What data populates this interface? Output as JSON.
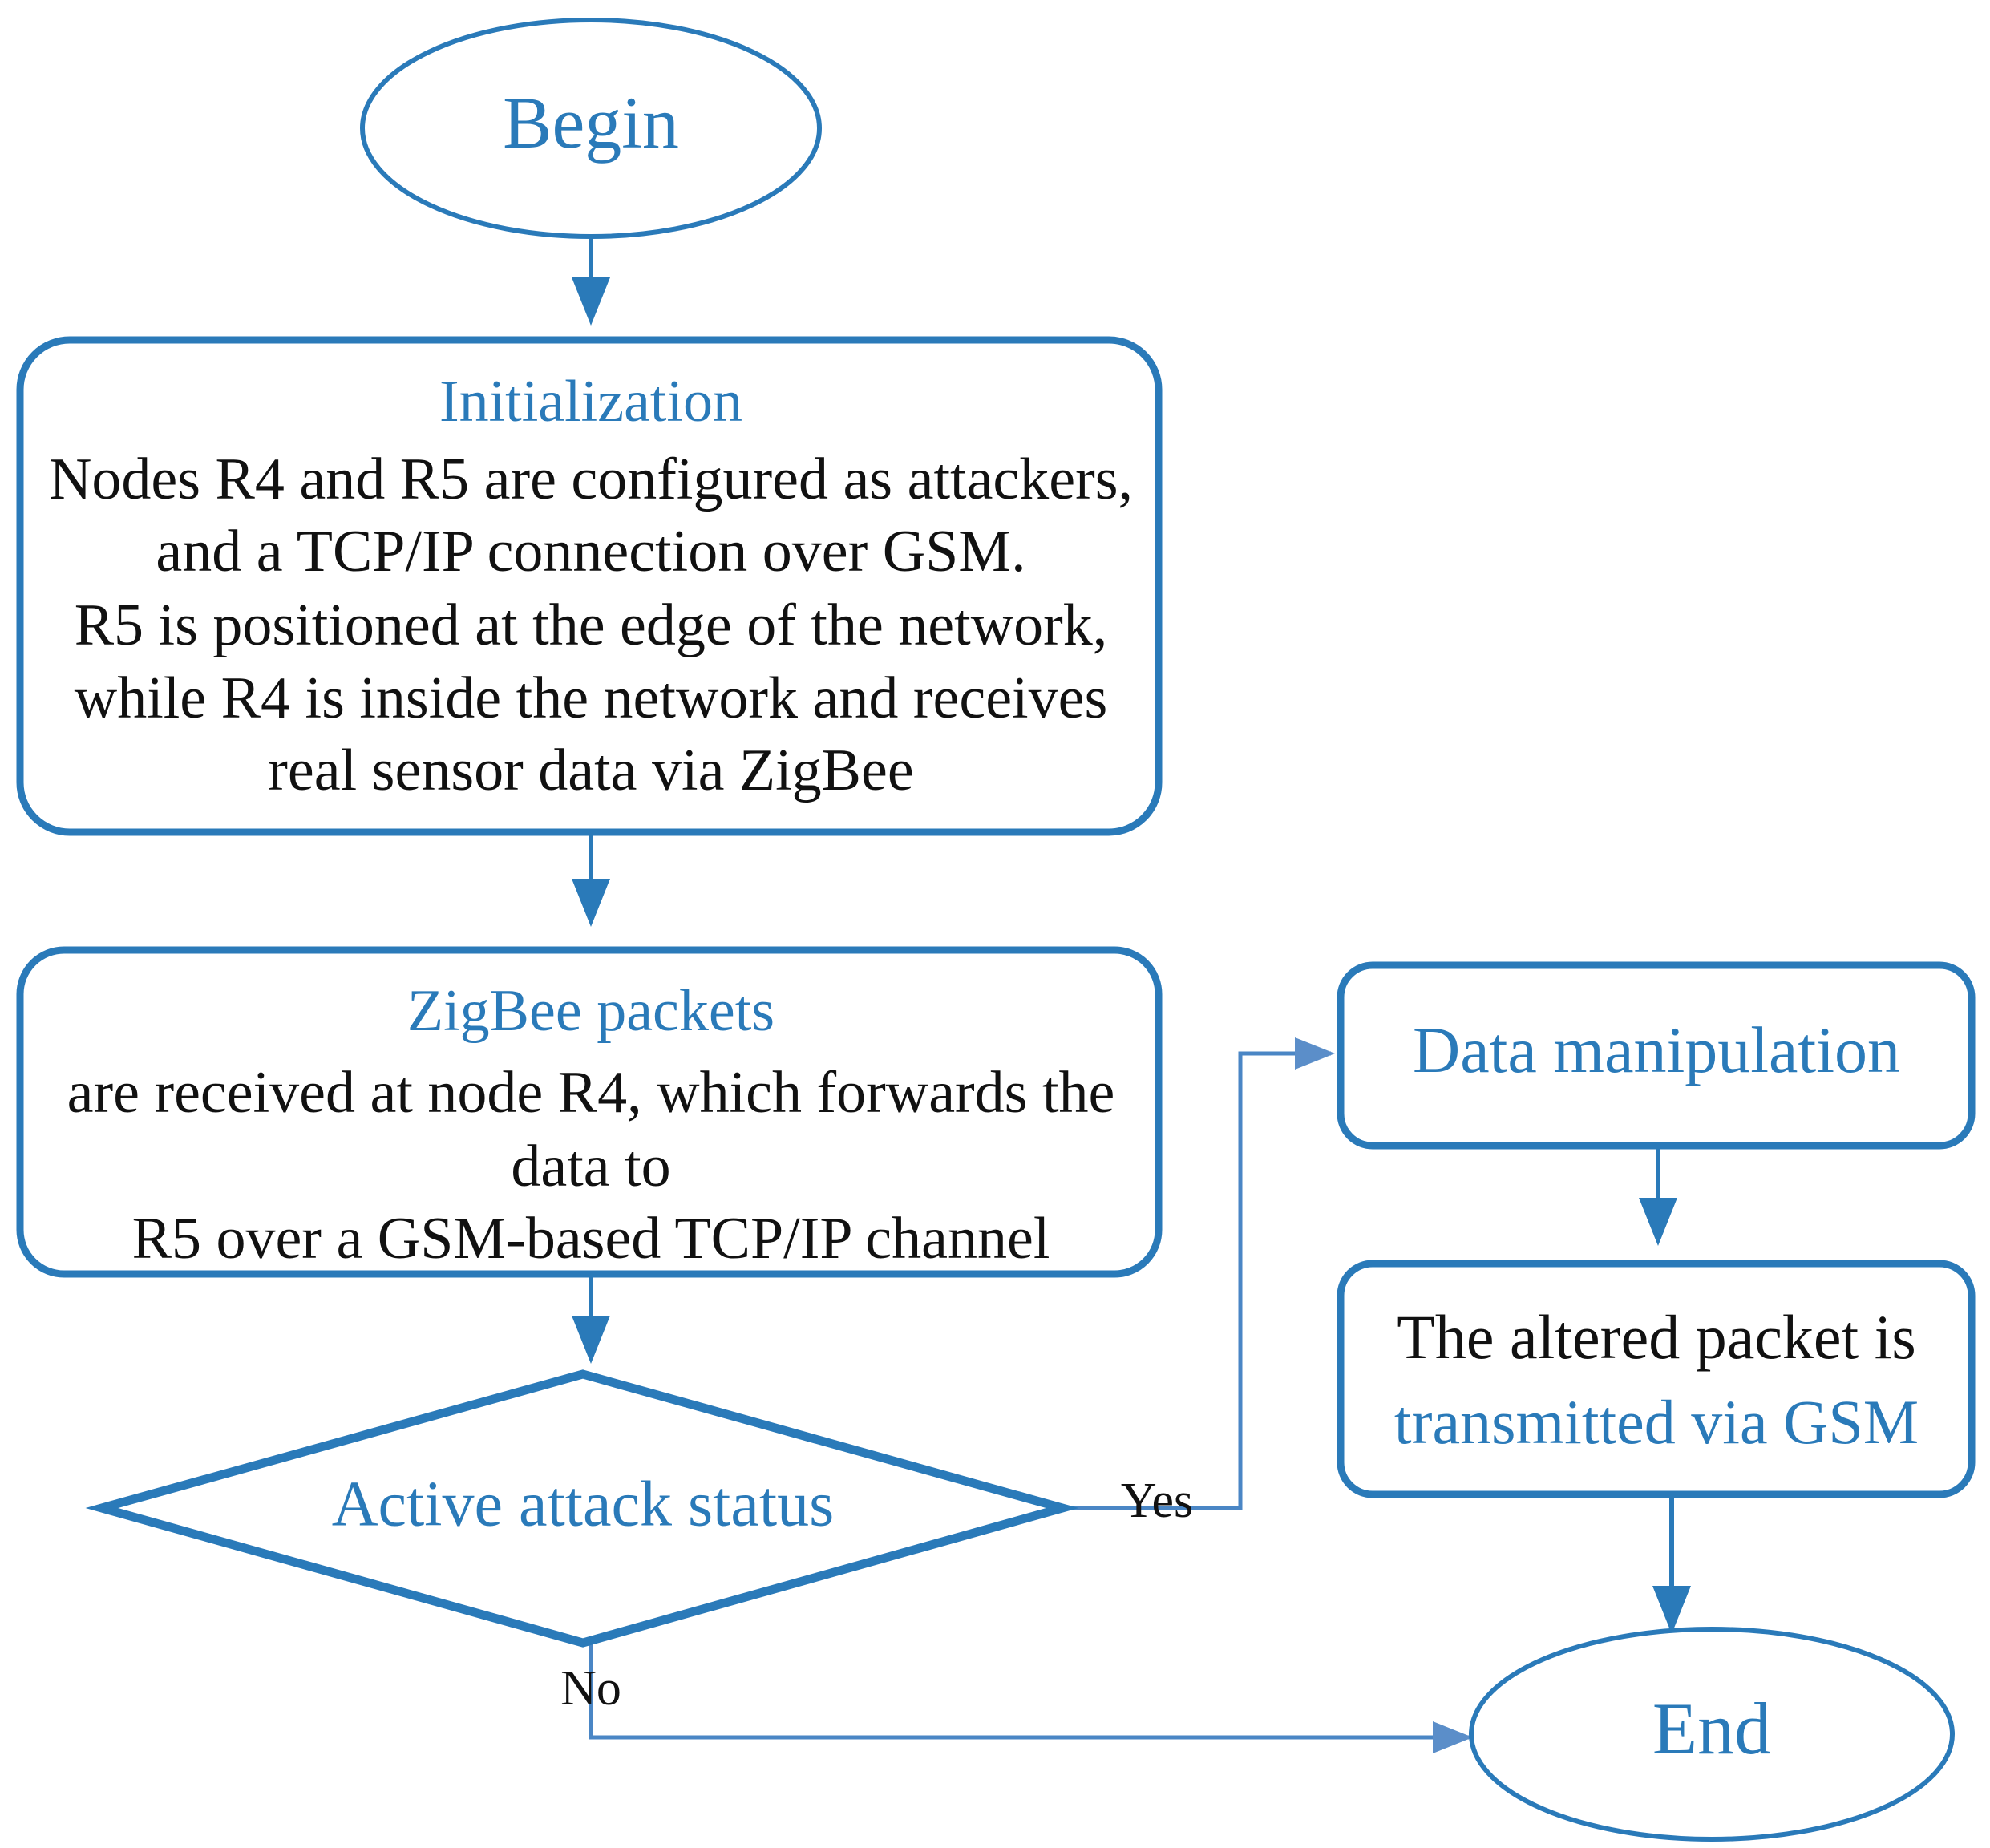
{
  "diagram": {
    "title": "Active attack (data manipulation) flowchart",
    "colors": {
      "accent": "#2a7ab9",
      "text_blue": "#2a7ab9",
      "text_black": "#111111",
      "background": "#ffffff"
    },
    "nodes": {
      "begin": {
        "shape": "ellipse",
        "label": "Begin"
      },
      "initialization": {
        "shape": "rounded-rect",
        "heading": "Initialization",
        "lines": [
          "Nodes R4 and R5 are configured as attackers,",
          "and a TCP/IP connection over GSM.",
          "R5 is positioned at the edge of the network,",
          "while R4 is inside the network and receives",
          "real sensor data via ZigBee"
        ]
      },
      "zigbee": {
        "shape": "rounded-rect",
        "heading": "ZigBee packets",
        "lines": [
          "are received at node R4, which forwards the",
          "data to",
          "R5 over a GSM-based TCP/IP channel"
        ]
      },
      "decision": {
        "shape": "diamond",
        "label": "Active attack status"
      },
      "data_manipulation": {
        "shape": "rounded-rect",
        "label": "Data manipulation"
      },
      "altered_packet": {
        "shape": "rounded-rect",
        "line1": "The altered packet is",
        "line2": "transmitted via GSM"
      },
      "end": {
        "shape": "ellipse",
        "label": "End"
      }
    },
    "edge_labels": {
      "yes": "Yes",
      "no": "No"
    }
  }
}
